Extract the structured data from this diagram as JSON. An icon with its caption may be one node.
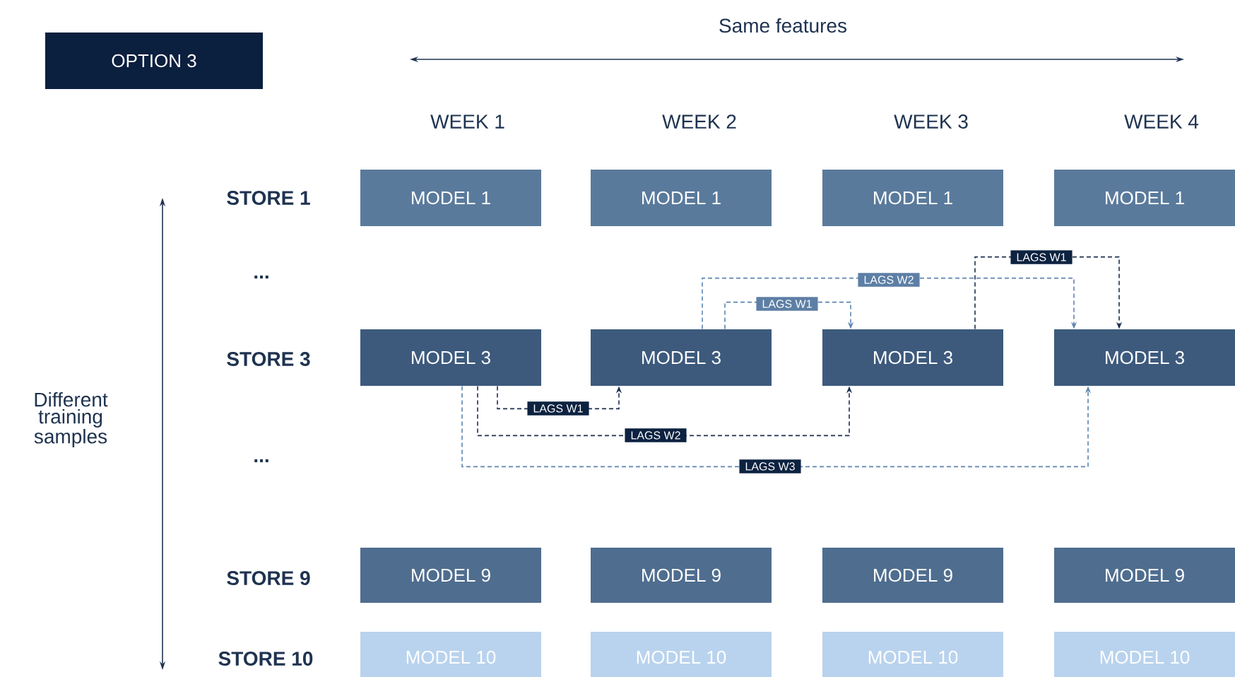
{
  "diagram": {
    "nodes": [
      {
        "text": [
          "OPTION 3"
        ]
      },
      {
        "text": [
          "MODEL 1"
        ]
      },
      {
        "text": [
          "MODEL 1"
        ]
      },
      {
        "text": [
          "MODEL 1"
        ]
      },
      {
        "text": [
          "MODEL 1"
        ]
      },
      {
        "text": [
          "MODEL 3"
        ]
      },
      {
        "text": [
          "MODEL 3"
        ]
      },
      {
        "text": [
          "MODEL 3"
        ]
      },
      {
        "text": [
          "MODEL 3"
        ]
      },
      {
        "text": [
          "MODEL 9"
        ]
      },
      {
        "text": [
          "MODEL 9"
        ]
      },
      {
        "text": [
          "MODEL 9"
        ]
      },
      {
        "text": [
          "MODEL 9"
        ]
      },
      {
        "text": [
          "MODEL 10"
        ]
      },
      {
        "text": [
          "MODEL 10"
        ]
      },
      {
        "text": [
          "MODEL 10"
        ]
      },
      {
        "text": [
          "MODEL 10"
        ]
      }
    ],
    "edges": [
      {
        "from": 5,
        "to": 6,
        "arrow": "to",
        "label": "LAGS W1",
        "style": "dashed"
      },
      {
        "from": 5,
        "to": 7,
        "arrow": "to",
        "label": "LAGS W2",
        "style": "dashed"
      },
      {
        "from": 5,
        "to": 8,
        "arrow": "to",
        "label": "LAGS W3",
        "style": "dashed",
        "color": "#5d84b0"
      },
      {
        "from": 6,
        "to": 7,
        "arrow": "to",
        "label": "LAGS W1",
        "style": "dashed",
        "color": "#5d84b0"
      },
      {
        "from": 6,
        "to": 8,
        "arrow": "to",
        "label": "LAGS W2",
        "style": "dashed",
        "color": "#5d84b0"
      },
      {
        "from": 7,
        "to": 8,
        "arrow": "to",
        "label": "LAGS W1",
        "style": "dashed"
      }
    ],
    "labels": [
      "Same features",
      "WEEK 1",
      "WEEK 2",
      "WEEK 3",
      "WEEK 4",
      "STORE 1",
      "...",
      "STORE 3",
      "...",
      "STORE 9",
      "STORE 10",
      "Different training samples"
    ]
  }
}
